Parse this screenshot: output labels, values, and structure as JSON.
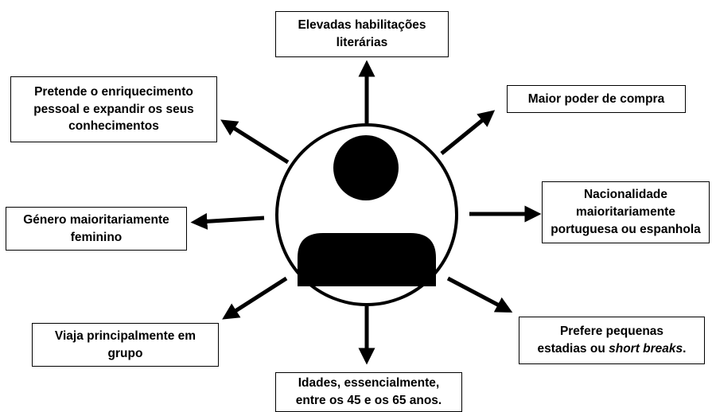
{
  "diagram": {
    "center": {
      "icon": "person-icon"
    },
    "labels": {
      "education": {
        "line1": "Elevadas habilitações",
        "line2": "literárias"
      },
      "purchasing_power": {
        "text": "Maior poder de compra"
      },
      "nationality": {
        "line1": "Nacionalidade",
        "line2": "maioritariamente",
        "line3": "portuguesa ou espanhola"
      },
      "stays": {
        "line1": "Prefere pequenas",
        "line2_regular": "estadias ou ",
        "line2_italic": "short breaks",
        "line2_end": "."
      },
      "ages": {
        "line1": "Idades, essencialmente,",
        "line2": "entre os 45 e os 65 anos."
      },
      "group_travel": {
        "line1": "Viaja principalmente em",
        "line2": "grupo"
      },
      "gender": {
        "line1": "Género maioritariamente",
        "line2": "feminino"
      },
      "enrichment": {
        "line1": "Pretende o enriquecimento",
        "line2": "pessoal e expandir os seus",
        "line3": "conhecimentos"
      }
    }
  }
}
